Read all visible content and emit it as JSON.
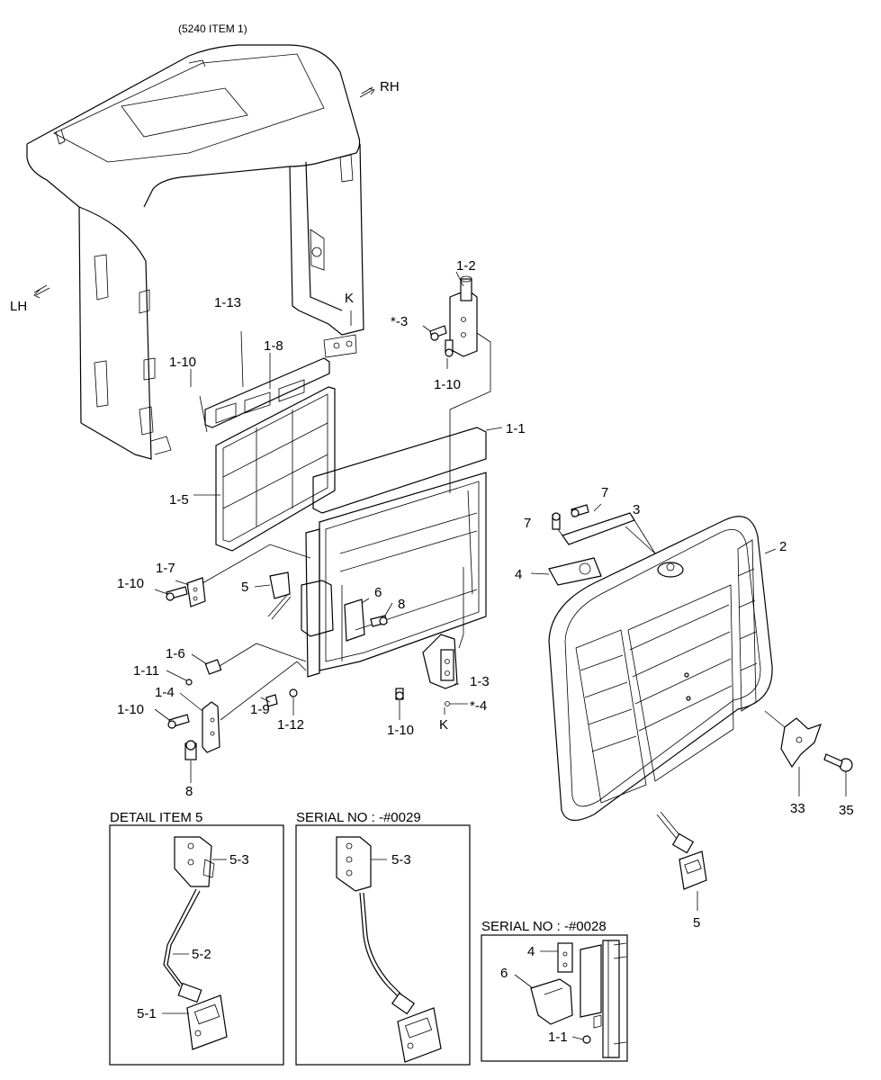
{
  "header": {
    "reference": "(5240 ITEM 1)"
  },
  "directions": {
    "rh": "RH",
    "lh": "LH"
  },
  "callouts": {
    "c1_1": "1-1",
    "c1_2": "1-2",
    "c1_3": "1-3",
    "c1_4": "1-4",
    "c1_5": "1-5",
    "c1_6": "1-6",
    "c1_7": "1-7",
    "c1_8": "1-8",
    "c1_9": "1-9",
    "c1_10a": "1-10",
    "c1_10b": "1-10",
    "c1_10c": "1-10",
    "c1_10d": "1-10",
    "c1_10e": "1-10",
    "c1_11": "1-11",
    "c1_12": "1-12",
    "c1_13": "1-13",
    "c2": "2",
    "c3": "3",
    "c_star3": "*-3",
    "c4": "4",
    "c_star4": "*-4",
    "c5a": "5",
    "c5b": "5",
    "c6": "6",
    "c7a": "7",
    "c7b": "7",
    "c8a": "8",
    "c8b": "8",
    "c33": "33",
    "c35": "35",
    "k_top": "K",
    "k_bottom": "K"
  },
  "detail_item5": {
    "title": "DETAIL ITEM 5",
    "labels": [
      "5-3",
      "5-2",
      "5-1"
    ]
  },
  "serial_0029": {
    "title": "SERIAL NO : -#0029",
    "labels": [
      "5-3"
    ]
  },
  "serial_0028": {
    "title": "SERIAL NO : -#0028",
    "labels": [
      "4",
      "6",
      "1-1"
    ]
  }
}
